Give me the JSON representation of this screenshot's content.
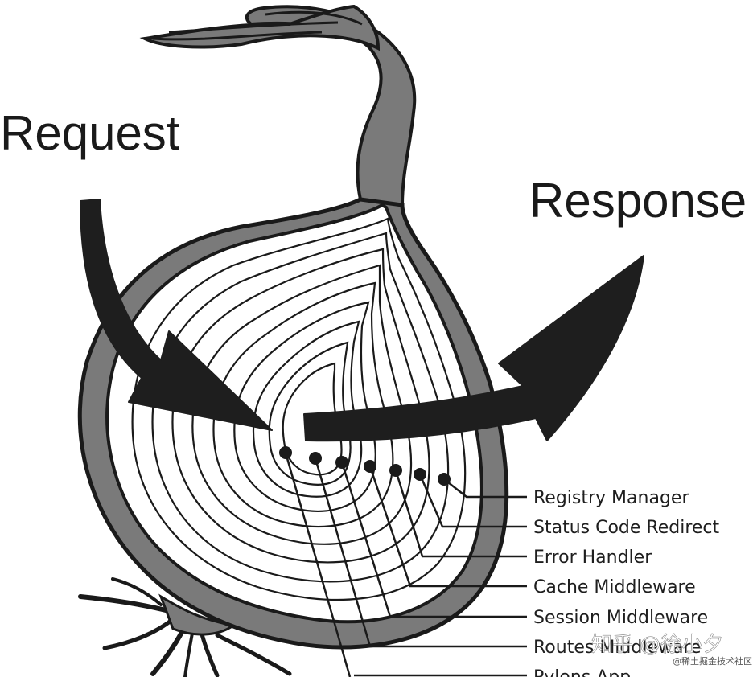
{
  "labels": {
    "request": "Request",
    "response": "Response"
  },
  "layers": [
    "Registry Manager",
    "Status Code Redirect",
    "Error Handler",
    "Cache Middleware",
    "Session Middleware",
    "Routes Middleware",
    "Pylons App"
  ],
  "watermark": {
    "main": "知乎 @徐小夕",
    "sub": "@稀土掘金技术社区"
  },
  "colors": {
    "outline": "#1a1a1a",
    "skin": "#7a7a7a",
    "flesh": "#ffffff",
    "arrow": "#1e1e1e"
  }
}
